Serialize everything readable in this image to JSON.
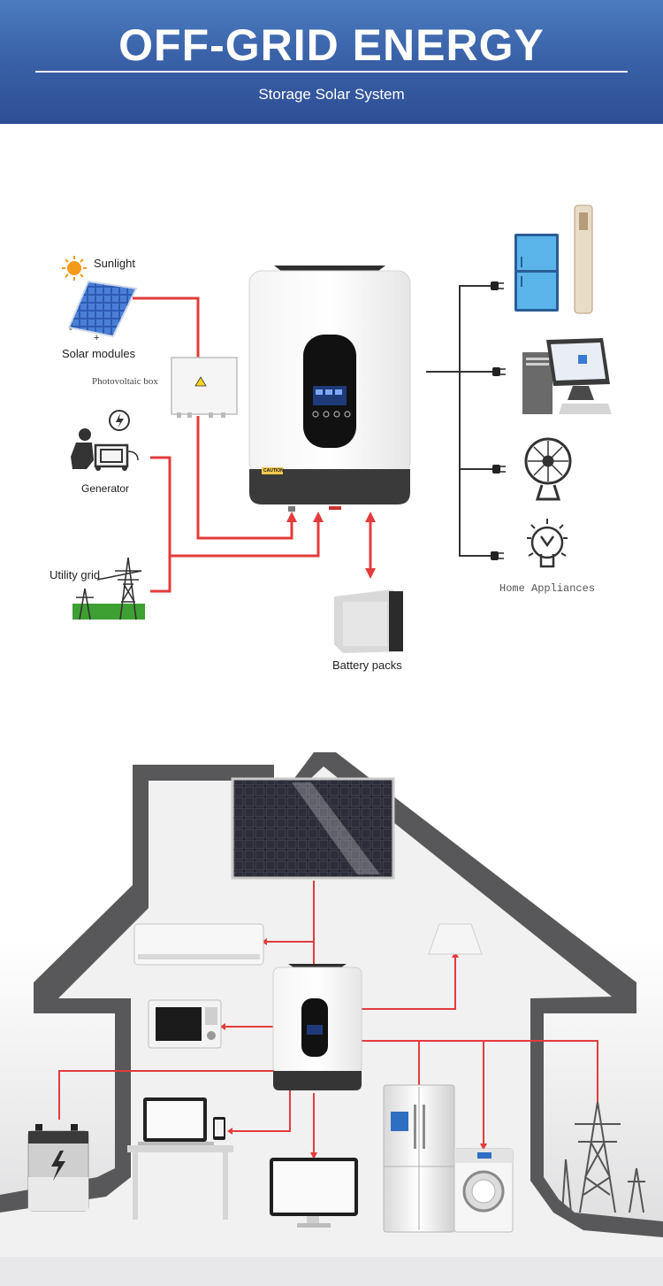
{
  "header": {
    "title": "OFF-GRID ENERGY",
    "subtitle": "Storage Solar System"
  },
  "diagram": {
    "sunlight": "Sunlight",
    "solar_modules": "Solar modules",
    "panel_minus": "-",
    "panel_plus": "+",
    "pv_box": "Photovoltaic box",
    "generator": "Generator",
    "utility_grid": "Utility grid",
    "battery_packs": "Battery packs",
    "home_appliances": "Home Appliances",
    "caution": "CAUTION"
  },
  "colors": {
    "accent_blue": "#3a62a8",
    "wire_red": "#e43b3b",
    "inverter_dark": "#3a3a3a",
    "house_gray": "#5b5b5d"
  },
  "icons": [
    "sun-icon",
    "solar-panel-icon",
    "generator-icon",
    "utility-tower-icon",
    "inverter-icon",
    "battery-icon",
    "refrigerator-icon",
    "computer-icon",
    "fan-icon",
    "light-bulb-icon",
    "plug-icon",
    "microwave-icon",
    "air-conditioner-icon",
    "laptop-icon",
    "phone-icon",
    "monitor-icon",
    "washing-machine-icon",
    "lamp-icon"
  ]
}
